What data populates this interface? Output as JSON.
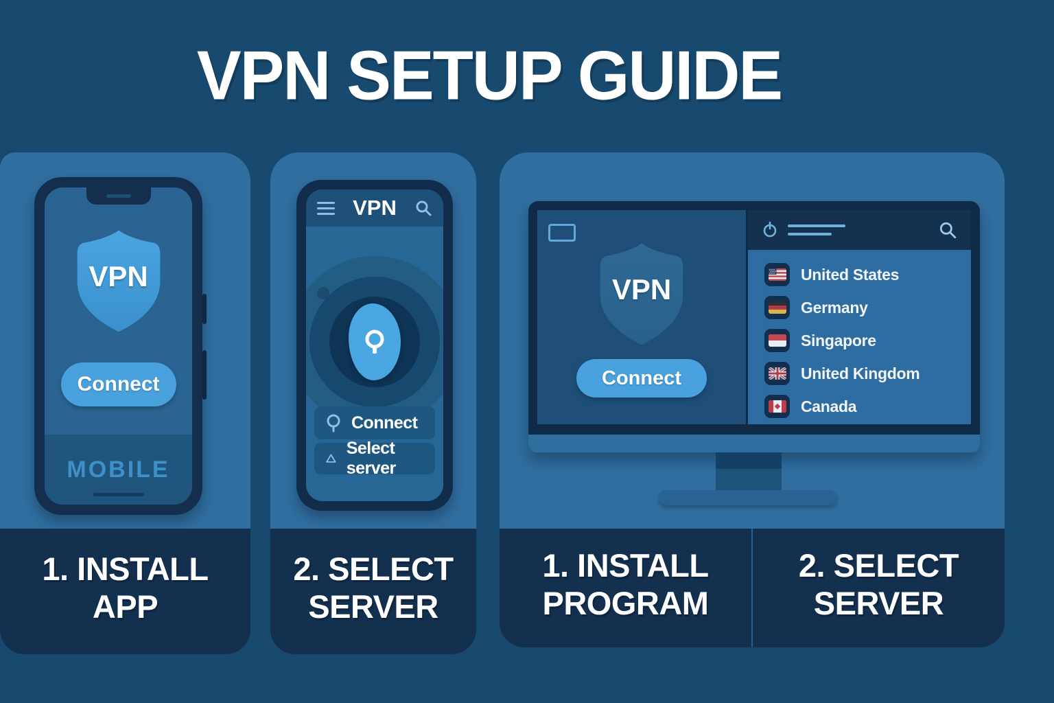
{
  "title": "VPN SETUP GUIDE",
  "colors": {
    "page_background": "#17496e",
    "panel_blue": "#2f6e9f",
    "caption_navy": "#132f4e",
    "device_frame_navy": "#122e4c",
    "accent_light_blue": "#48a1dc",
    "shield_blue": "#3f9ad8",
    "icon_light_blue": "#8cc0e8",
    "text_white": "#ffffff"
  },
  "panels": {
    "mobile_install": {
      "caption": "1. INSTALL APP",
      "phone": {
        "shield_label": "VPN",
        "connect_button": "Connect",
        "brand_label": "MOBILE"
      }
    },
    "mobile_select": {
      "caption": "2. SELECT SERVER",
      "app": {
        "menu_icon": "hamburger-icon",
        "title": "VPN",
        "search_icon": "search-icon",
        "list_items": [
          {
            "icon": "pin-circle-icon",
            "label": "Connect"
          },
          {
            "icon": "triangle-icon",
            "label": "Select server"
          }
        ]
      }
    },
    "desktop": {
      "captions": [
        "1. INSTALL PROGRAM",
        "2. SELECT SERVER"
      ],
      "left_screen": {
        "window_icon": "window-icon",
        "shield_label": "VPN",
        "connect_button": "Connect"
      },
      "right_screen": {
        "topbar_icons": [
          "power-icon",
          "menu-lines-icon",
          "search-icon"
        ],
        "servers": [
          {
            "flag": "united-states-flag",
            "label": "United States"
          },
          {
            "flag": "germany-flag",
            "label": "Germany"
          },
          {
            "flag": "singapore-flag",
            "label": "Singapore"
          },
          {
            "flag": "united-kingdom-flag",
            "label": "United Kingdom"
          },
          {
            "flag": "canada-flag",
            "label": "Canada"
          }
        ]
      }
    }
  }
}
